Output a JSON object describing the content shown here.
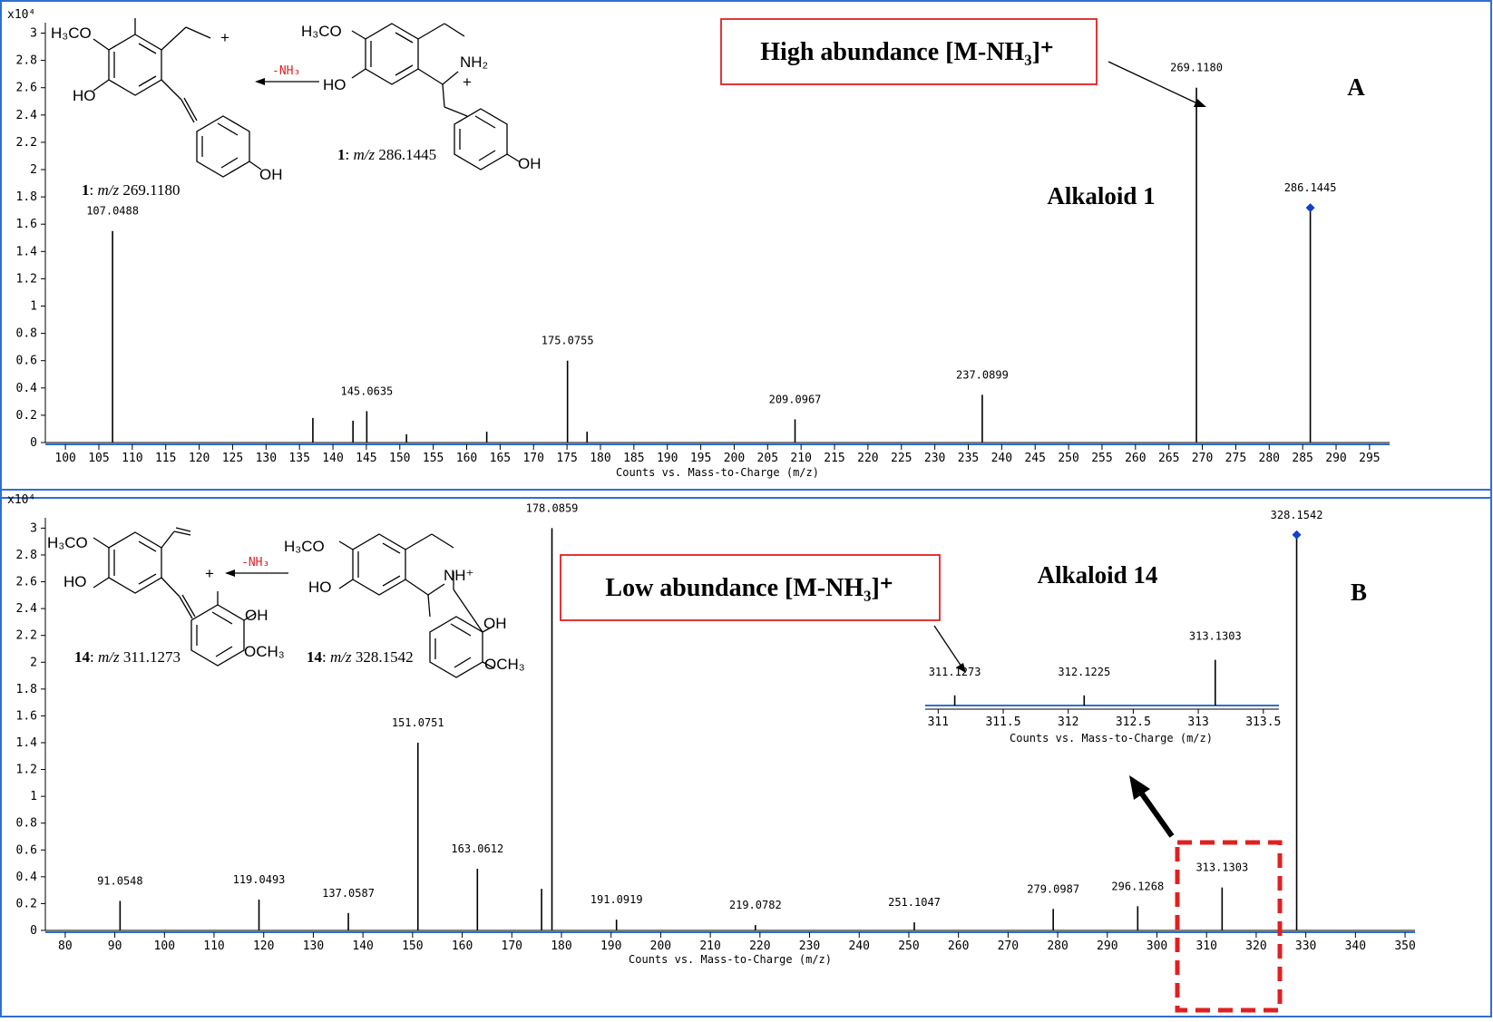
{
  "chart_data": [
    {
      "type": "bar",
      "panel_letter": "A",
      "compound_label": "Alkaloid 1",
      "annotation": "High abundance [M-NH₃]⁺",
      "y_multiplier": "x10⁴",
      "xlabel": "Counts vs. Mass-to-Charge (m/z)",
      "xlim": [
        97,
        298
      ],
      "ylim": [
        0,
        3.05
      ],
      "x_ticks": [
        100,
        105,
        110,
        115,
        120,
        125,
        130,
        135,
        140,
        145,
        150,
        155,
        160,
        165,
        170,
        175,
        180,
        185,
        190,
        195,
        200,
        205,
        210,
        215,
        220,
        225,
        230,
        235,
        240,
        245,
        250,
        255,
        260,
        265,
        270,
        275,
        280,
        285,
        290,
        295
      ],
      "y_ticks": [
        "0",
        "0.2",
        "0.4",
        "0.6",
        "0.8",
        "1",
        "1.2",
        "1.4",
        "1.6",
        "1.8",
        "2",
        "2.2",
        "2.4",
        "2.6",
        "2.8",
        "3"
      ],
      "peaks": [
        {
          "mz": 107.0488,
          "abundance": 1.55,
          "label": "107.0488"
        },
        {
          "mz": 137.0,
          "abundance": 0.18
        },
        {
          "mz": 143.0,
          "abundance": 0.16
        },
        {
          "mz": 145.0635,
          "abundance": 0.23,
          "label": "145.0635"
        },
        {
          "mz": 151.0,
          "abundance": 0.06
        },
        {
          "mz": 163.0,
          "abundance": 0.08
        },
        {
          "mz": 175.0755,
          "abundance": 0.6,
          "label": "175.0755"
        },
        {
          "mz": 178.0,
          "abundance": 0.08
        },
        {
          "mz": 209.0967,
          "abundance": 0.17,
          "label": "209.0967"
        },
        {
          "mz": 237.0899,
          "abundance": 0.35,
          "label": "237.0899"
        },
        {
          "mz": 269.118,
          "abundance": 2.6,
          "label": "269.1180"
        },
        {
          "mz": 286.1445,
          "abundance": 1.72,
          "label": "286.1445",
          "precursor": true
        }
      ],
      "molecules": [
        {
          "caption_num": "1",
          "caption_mz": "269.1180",
          "substituents": [
            "H₃CO",
            "HO",
            "OH",
            "+"
          ]
        },
        {
          "caption_num": "1",
          "caption_mz": "286.1445",
          "substituents": [
            "H₃CO",
            "HO",
            "NH₂",
            "+",
            "OH"
          ]
        }
      ],
      "loss_label": "-NH₃"
    },
    {
      "type": "bar",
      "panel_letter": "B",
      "compound_label": "Alkaloid 14",
      "annotation": "Low abundance [M-NH₃]⁺",
      "y_multiplier": "x10⁴",
      "xlabel": "Counts vs. Mass-to-Charge (m/z)",
      "xlim": [
        76,
        352
      ],
      "ylim": [
        0,
        3.05
      ],
      "x_ticks": [
        80,
        90,
        100,
        110,
        120,
        130,
        140,
        150,
        160,
        170,
        180,
        190,
        200,
        210,
        220,
        230,
        240,
        250,
        260,
        270,
        280,
        290,
        300,
        310,
        320,
        330,
        340,
        350
      ],
      "y_ticks": [
        "0",
        "0.2",
        "0.4",
        "0.6",
        "0.8",
        "1",
        "1.2",
        "1.4",
        "1.6",
        "1.8",
        "2",
        "2.2",
        "2.4",
        "2.6",
        "2.8",
        "3"
      ],
      "peaks": [
        {
          "mz": 91.0548,
          "abundance": 0.22,
          "label": "91.0548"
        },
        {
          "mz": 119.0493,
          "abundance": 0.23,
          "label": "119.0493"
        },
        {
          "mz": 137.0587,
          "abundance": 0.13,
          "label": "137.0587"
        },
        {
          "mz": 151.0751,
          "abundance": 1.4,
          "label": "151.0751"
        },
        {
          "mz": 163.0612,
          "abundance": 0.46,
          "label": "163.0612"
        },
        {
          "mz": 176.0,
          "abundance": 0.31
        },
        {
          "mz": 178.0859,
          "abundance": 3.0,
          "label": "178.0859"
        },
        {
          "mz": 191.0919,
          "abundance": 0.08,
          "label": "191.0919"
        },
        {
          "mz": 219.0782,
          "abundance": 0.04,
          "label": "219.0782"
        },
        {
          "mz": 251.1047,
          "abundance": 0.06,
          "label": "251.1047"
        },
        {
          "mz": 279.0987,
          "abundance": 0.16,
          "label": "279.0987"
        },
        {
          "mz": 296.1268,
          "abundance": 0.18,
          "label": "296.1268"
        },
        {
          "mz": 313.1303,
          "abundance": 0.32,
          "label": "313.1303"
        },
        {
          "mz": 328.1542,
          "abundance": 2.95,
          "label": "328.1542",
          "precursor": true
        }
      ],
      "inset": {
        "xlabel": "Counts vs. Mass-to-Charge (m/z)",
        "xlim": [
          310.9,
          313.62
        ],
        "x_ticks": [
          "311",
          "311.5",
          "312",
          "312.5",
          "313",
          "313.5"
        ],
        "peaks": [
          {
            "mz": 311.1273,
            "rel": 0.16,
            "label": "311.1273"
          },
          {
            "mz": 312.1225,
            "rel": 0.16,
            "label": "312.1225"
          },
          {
            "mz": 313.1303,
            "rel": 0.72,
            "label": "313.1303"
          }
        ]
      },
      "molecules": [
        {
          "caption_num": "14",
          "caption_mz": "311.1273",
          "substituents": [
            "H₃CO",
            "HO",
            "+",
            "OH",
            "OCH₃"
          ]
        },
        {
          "caption_num": "14",
          "caption_mz": "328.1542",
          "substituents": [
            "H₃CO",
            "HO",
            "NH⁺",
            "OH",
            "OCH₃"
          ]
        }
      ],
      "loss_label": "-NH₃"
    }
  ],
  "colors": {
    "frame": "#2f6fd1",
    "annotation_box": "#e02020",
    "loss_text": "#e02020",
    "precursor_marker": "#1040d0",
    "dashed_box": "#e02020"
  }
}
